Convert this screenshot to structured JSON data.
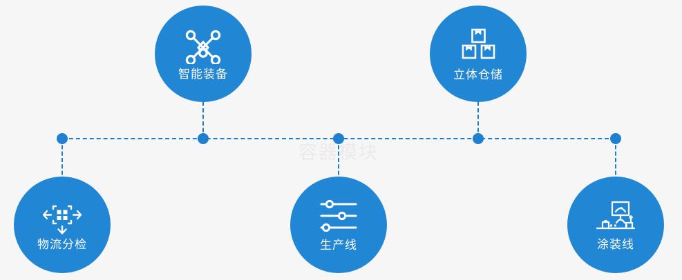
{
  "diagram": {
    "background_color": "#f7f6f6",
    "accent_color": "#2186d4",
    "line_color": "#1a7fc8",
    "watermark": "容器模块",
    "nodes": [
      {
        "id": "smart",
        "label": "智能装备",
        "icon": "network-nodes-icon",
        "position": "top"
      },
      {
        "id": "ware",
        "label": "立体仓储",
        "icon": "stacked-boxes-icon",
        "position": "top"
      },
      {
        "id": "logi",
        "label": "物流分检",
        "icon": "sorting-arrows-icon",
        "position": "bottom"
      },
      {
        "id": "prod",
        "label": "生产线",
        "icon": "sliders-icon",
        "position": "bottom"
      },
      {
        "id": "paint",
        "label": "涂装线",
        "icon": "coating-machine-icon",
        "position": "bottom"
      }
    ]
  }
}
